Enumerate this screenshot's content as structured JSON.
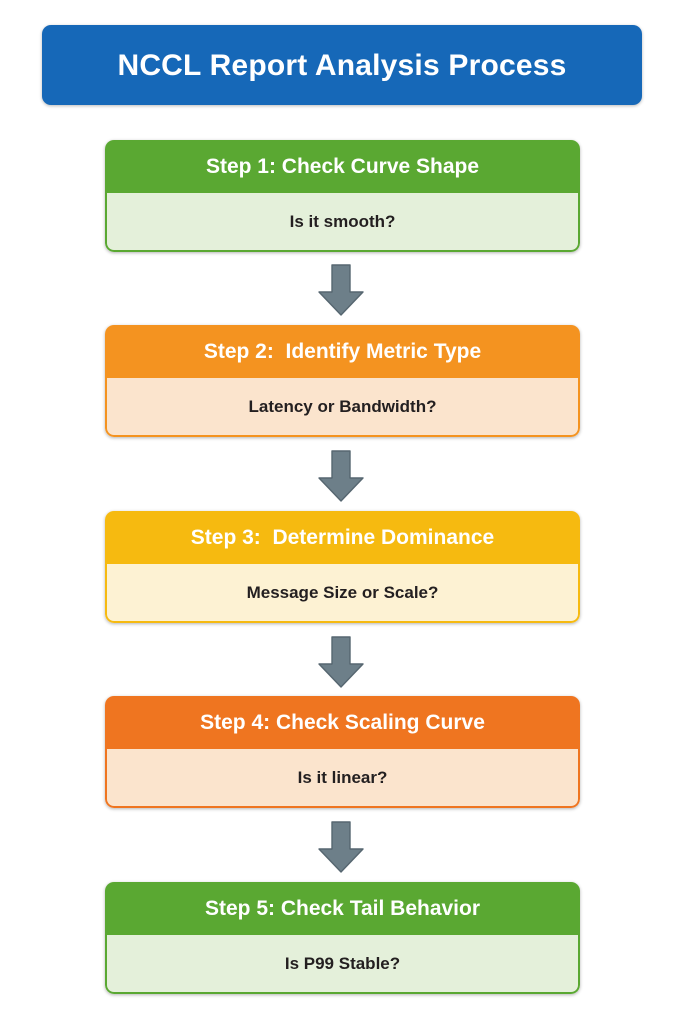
{
  "diagram": {
    "title": "NCCL Report Analysis Process",
    "title_bar_color": "#1668b8",
    "background_color": "#ffffff",
    "arrow_color": "#6d7f89",
    "arrow_icon_name": "arrow-down-icon",
    "steps": [
      {
        "id": "step-1",
        "header": "Step 1: Check Curve Shape",
        "body": "Is it smooth?",
        "header_color": "#5aa832",
        "body_color": "#e4f0da",
        "border_color": "#5aa832"
      },
      {
        "id": "step-2",
        "header": "Step 2:  Identify Metric Type",
        "body": "Latency or Bandwidth?",
        "header_color": "#f49320",
        "body_color": "#fbe4cd",
        "border_color": "#f49320"
      },
      {
        "id": "step-3",
        "header": "Step 3:  Determine Dominance",
        "body": "Message Size or Scale?",
        "header_color": "#f6ba10",
        "body_color": "#fdf2d3",
        "border_color": "#f6ba10"
      },
      {
        "id": "step-4",
        "header": "Step 4: Check Scaling Curve",
        "body": "Is it linear?",
        "header_color": "#ef7520",
        "body_color": "#fbe4cd",
        "border_color": "#ef7520"
      },
      {
        "id": "step-5",
        "header": "Step 5: Check Tail Behavior",
        "body": "Is P99 Stable?",
        "header_color": "#5aa832",
        "body_color": "#e4f0da",
        "border_color": "#5aa832"
      }
    ],
    "arrows": [
      {
        "id": "arrow-1",
        "from": "step-1",
        "to": "step-2"
      },
      {
        "id": "arrow-2",
        "from": "step-2",
        "to": "step-3"
      },
      {
        "id": "arrow-3",
        "from": "step-3",
        "to": "step-4"
      },
      {
        "id": "arrow-4",
        "from": "step-4",
        "to": "step-5"
      }
    ]
  }
}
